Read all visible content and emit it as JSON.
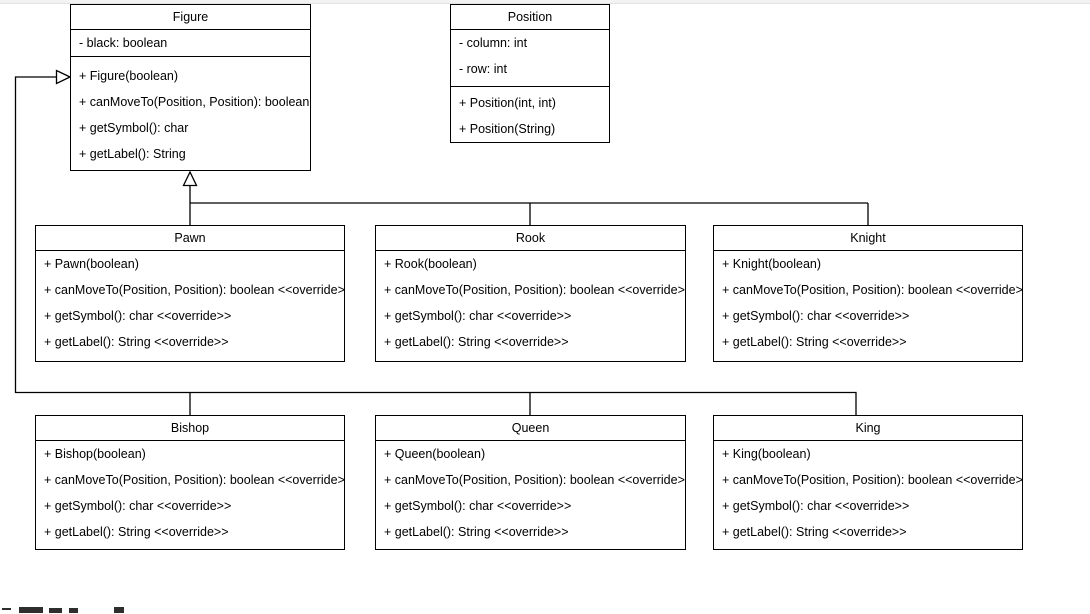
{
  "page": {
    "background": "#ffffff",
    "top_strip_color": "#f2f2f2",
    "line_color": "#000000",
    "box_fill": "#ffffff"
  },
  "diagram": {
    "type": "uml-class-diagram",
    "classes": {
      "figure": {
        "title": "Figure",
        "attributes": [
          "- black: boolean"
        ],
        "methods": [
          "+ Figure(boolean)",
          "+ canMoveTo(Position, Position): boolean",
          "+ getSymbol(): char",
          "+ getLabel(): String"
        ]
      },
      "position": {
        "title": "Position",
        "attributes": [
          "- column: int",
          "- row: int"
        ],
        "methods": [
          "+ Position(int, int)",
          "+ Position(String)"
        ]
      },
      "pawn": {
        "title": "Pawn",
        "attributes": [],
        "methods": [
          "+ Pawn(boolean)",
          "+ canMoveTo(Position, Position): boolean <<override>>",
          "+ getSymbol(): char <<override>>",
          "+ getLabel(): String <<override>>"
        ]
      },
      "rook": {
        "title": "Rook",
        "attributes": [],
        "methods": [
          "+ Rook(boolean)",
          "+ canMoveTo(Position, Position): boolean <<override>>",
          "+ getSymbol(): char <<override>>",
          "+ getLabel(): String <<override>>"
        ]
      },
      "knight": {
        "title": "Knight",
        "attributes": [],
        "methods": [
          "+ Knight(boolean)",
          "+ canMoveTo(Position, Position): boolean <<override>>",
          "+ getSymbol(): char <<override>>",
          "+ getLabel(): String <<override>>"
        ]
      },
      "bishop": {
        "title": "Bishop",
        "attributes": [],
        "methods": [
          "+ Bishop(boolean)",
          "+ canMoveTo(Position, Position): boolean <<override>>",
          "+ getSymbol(): char <<override>>",
          "+ getLabel(): String <<override>>"
        ]
      },
      "queen": {
        "title": "Queen",
        "attributes": [],
        "methods": [
          "+ Queen(boolean)",
          "+ canMoveTo(Position, Position): boolean <<override>>",
          "+ getSymbol(): char <<override>>",
          "+ getLabel(): String <<override>>"
        ]
      },
      "king": {
        "title": "King",
        "attributes": [],
        "methods": [
          "+ King(boolean)",
          "+ canMoveTo(Position, Position): boolean <<override>>",
          "+ getSymbol(): char <<override>>",
          "+ getLabel(): String <<override>>"
        ]
      }
    },
    "relations": [
      {
        "from": "Pawn",
        "to": "Figure",
        "type": "generalization"
      },
      {
        "from": "Rook",
        "to": "Figure",
        "type": "generalization"
      },
      {
        "from": "Knight",
        "to": "Figure",
        "type": "generalization"
      },
      {
        "from": "Bishop",
        "to": "Figure",
        "type": "generalization"
      },
      {
        "from": "Queen",
        "to": "Figure",
        "type": "generalization"
      },
      {
        "from": "King",
        "to": "Figure",
        "type": "generalization"
      }
    ]
  },
  "bottom_edge": {
    "clipped_text": "partially visible text line cut off at bottom screen edge (illegible)"
  }
}
